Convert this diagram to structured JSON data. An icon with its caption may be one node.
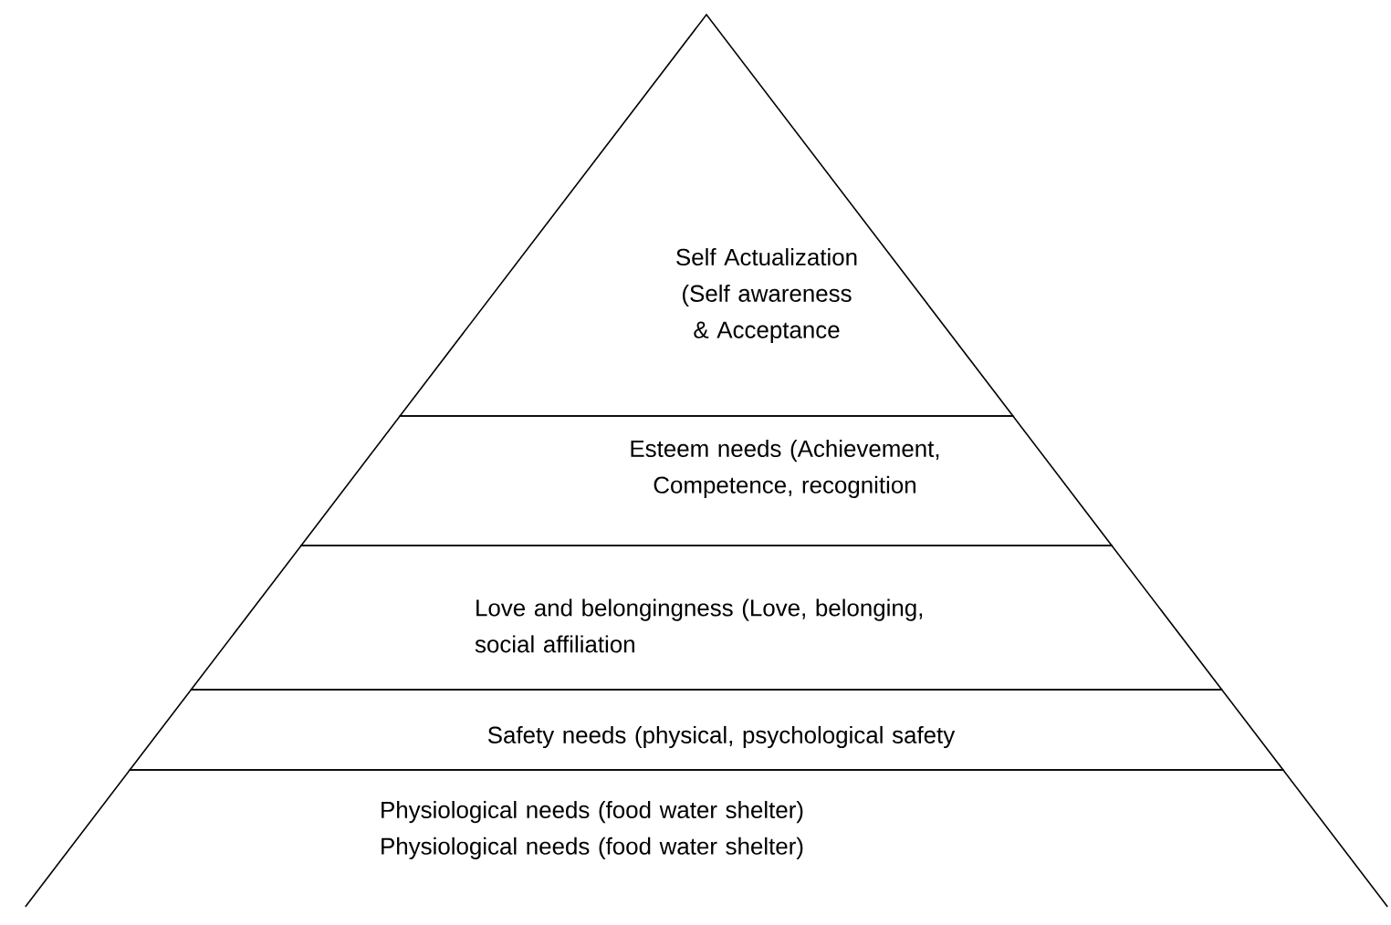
{
  "diagram": {
    "nodes": [
      {
        "text": [
          "Self Actualization (Self awareness & Acceptance"
        ]
      },
      {
        "text": [
          "Esteem needs (Achievement, Competence, recognition"
        ]
      },
      {
        "text": [
          "Love and belongingness (Love, belonging, social affiliation"
        ]
      },
      {
        "text": [
          "Safety needs (physical, psychological safety"
        ]
      },
      {
        "text": [
          "Physiological needs (food water shelter)",
          "Physiological needs (food water shelter)"
        ]
      }
    ]
  }
}
